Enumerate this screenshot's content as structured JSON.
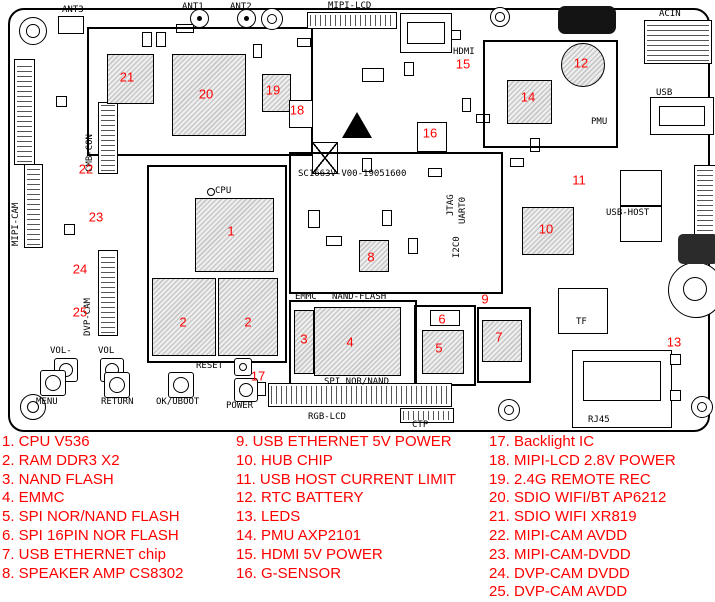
{
  "board": {
    "silkscreen": "SC1663V-V00-19051600",
    "labels": {
      "ant3": "ANT3",
      "ant1": "ANT1",
      "ant2": "ANT2",
      "mipi_lcd": "MIPI-LCD",
      "hdmi": "HDMI",
      "acin": "ACIN",
      "usb": "USB",
      "pmu": "PMU",
      "usb_host": "USB-HOST",
      "tf": "TF",
      "rj45": "RJ45",
      "mipi_cam": "MIPI-CAM",
      "cmb_con": "CMB-CON",
      "dvp_cam": "DVP-CAM",
      "cpu": "CPU",
      "emmc": "EMMC",
      "nand_flash": "NAND-FLASH",
      "spi_nor_nand": "SPI NOR/NAND",
      "rgb_lcd": "RGB-LCD",
      "ctp": "CTP",
      "vol_minus": "VOL-",
      "vol": "VOL",
      "menu": "MENU",
      "return": "RETURN",
      "ok_uboot": "OK/UBOOT",
      "power": "POWER",
      "reset": "RESET",
      "jtag": "JTAG",
      "uart0": "UART0",
      "i2c0": "I2C0"
    },
    "markers": {
      "m1": "1",
      "m2a": "2",
      "m2b": "2",
      "m3": "3",
      "m4": "4",
      "m5": "5",
      "m6": "6",
      "m7": "7",
      "m8": "8",
      "m9": "9",
      "m10": "10",
      "m11": "11",
      "m12": "12",
      "m13": "13",
      "m14": "14",
      "m15": "15",
      "m16": "16",
      "m17": "17",
      "m18": "18",
      "m19": "19",
      "m20": "20",
      "m21": "21",
      "m22": "22",
      "m23": "23",
      "m24": "24",
      "m25": "25"
    }
  },
  "legend": {
    "col1": [
      "1. CPU V536",
      "2. RAM DDR3 X2",
      "3. NAND FLASH",
      "4. EMMC",
      "5. SPI NOR/NAND FLASH",
      "6. SPI 16PIN NOR FLASH",
      "7. USB ETHERNET chip",
      "8. SPEAKER AMP CS8302"
    ],
    "col2": [
      "9. USB ETHERNET 5V POWER",
      "10. HUB CHIP",
      "11. USB HOST CURRENT LIMIT",
      "12. RTC BATTERY",
      "13. LEDS",
      "14. PMU AXP2101",
      "15. HDMI 5V POWER",
      "16. G-SENSOR"
    ],
    "col3": [
      "17. Backlight IC",
      "18. MIPI-LCD 2.8V POWER",
      "19. 2.4G REMOTE REC",
      "20. SDIO WIFI/BT AP6212",
      "21. SDIO WIFI XR819",
      "22. MIPI-CAM AVDD",
      "23. MIPI-CAM-DVDD",
      "24. DVP-CAM DVDD",
      "25. DVP-CAM AVDD"
    ]
  },
  "colors": {
    "annotation": "#ff0000",
    "silk": "#000000"
  }
}
